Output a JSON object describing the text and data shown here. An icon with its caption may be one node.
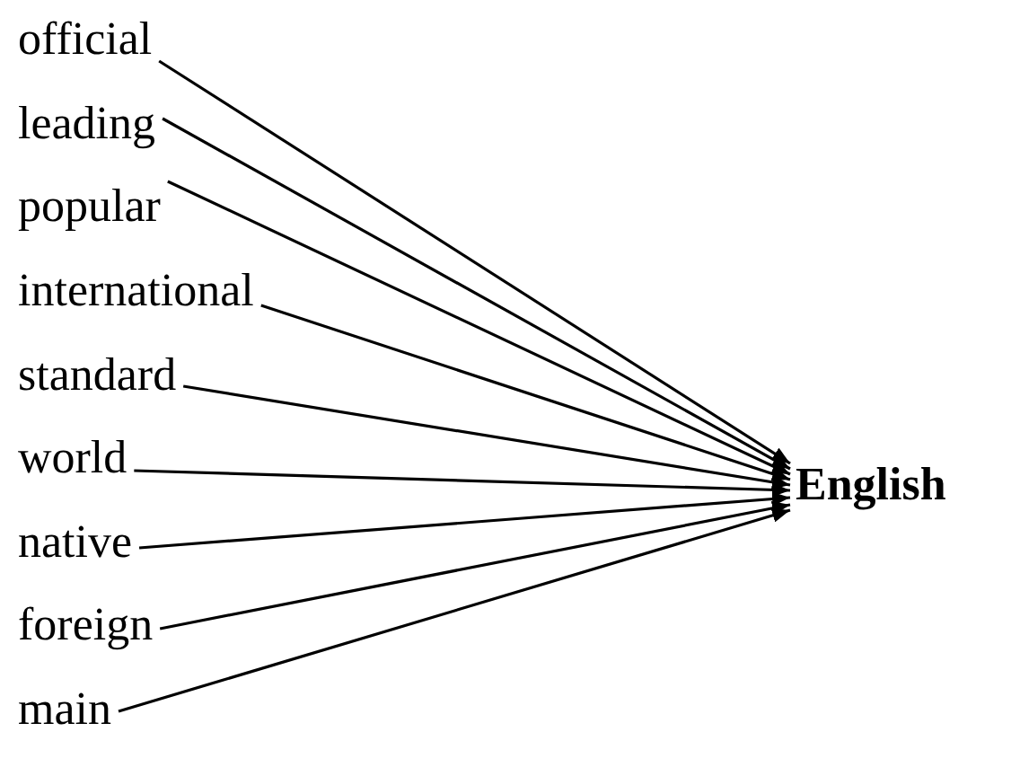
{
  "diagram": {
    "nodes": [
      {
        "text": [
          "official"
        ]
      },
      {
        "text": [
          "leading"
        ]
      },
      {
        "text": [
          "popular"
        ]
      },
      {
        "text": [
          "international"
        ]
      },
      {
        "text": [
          "standard"
        ]
      },
      {
        "text": [
          "world"
        ]
      },
      {
        "text": [
          "native"
        ]
      },
      {
        "text": [
          "foreign"
        ]
      },
      {
        "text": [
          "main"
        ]
      },
      {
        "text": [
          "English"
        ]
      }
    ],
    "edges": [
      {
        "from": 0,
        "to": 9,
        "arrow": "to"
      },
      {
        "from": 1,
        "to": 9,
        "arrow": "to"
      },
      {
        "from": 2,
        "to": 9,
        "arrow": "to"
      },
      {
        "from": 3,
        "to": 9,
        "arrow": "to"
      },
      {
        "from": 4,
        "to": 9,
        "arrow": "to"
      },
      {
        "from": 5,
        "to": 9,
        "arrow": "to"
      },
      {
        "from": 6,
        "to": 9,
        "arrow": "to"
      },
      {
        "from": 7,
        "to": 9,
        "arrow": "to"
      },
      {
        "from": 8,
        "to": 9,
        "arrow": "to"
      }
    ]
  }
}
